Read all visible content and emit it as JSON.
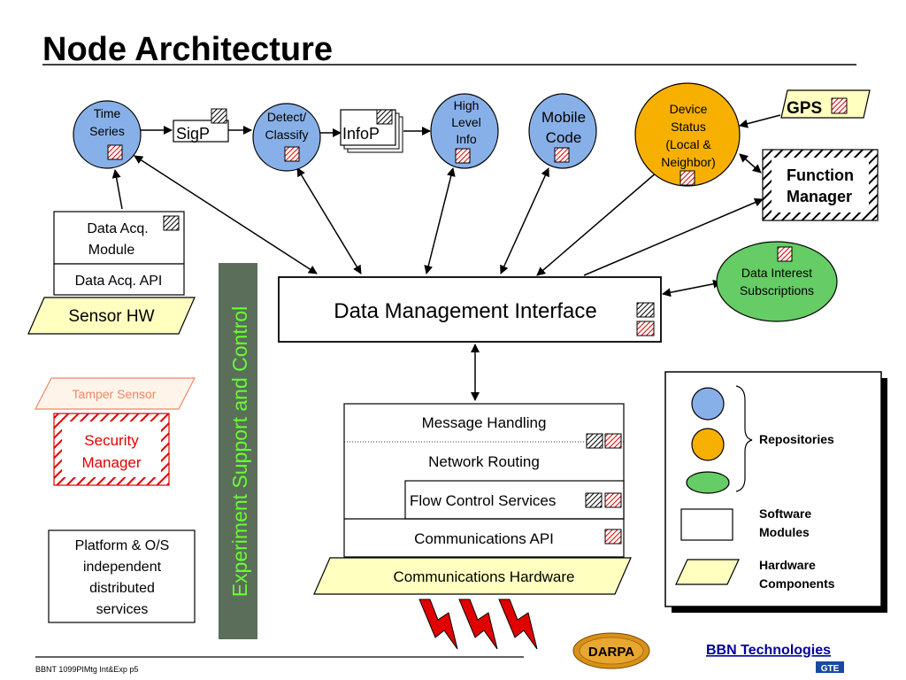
{
  "title": "Node Architecture",
  "colors": {
    "repository_blue": "#88b0e8",
    "repository_orange": "#f8b000",
    "repository_green": "#66cc66",
    "hardware_yellow": "#ffffc0",
    "experiment_bar": "#5a6e5a",
    "experiment_text": "#66ff33",
    "security_red": "#e00000",
    "tamper_orange": "#ee8866",
    "hatch_red": "#e00000",
    "bbn_blue": "#000099"
  },
  "nodes": {
    "time_series": {
      "lines": [
        "Time",
        "Series"
      ]
    },
    "sigp": {
      "label": "SigP"
    },
    "detect_classify": {
      "lines": [
        "Detect/",
        "Classify"
      ]
    },
    "infop": {
      "label": "InfoP"
    },
    "high_level_info": {
      "lines": [
        "High",
        "Level",
        "Info"
      ]
    },
    "mobile_code": {
      "lines": [
        "Mobile",
        "Code"
      ]
    },
    "device_status": {
      "lines": [
        "Device",
        "Status",
        "(Local &",
        "Neighbor)"
      ]
    },
    "gps": {
      "label": "GPS"
    },
    "function_manager": {
      "lines": [
        "Function",
        "Manager"
      ]
    },
    "data_interest": {
      "lines": [
        "Data Interest",
        "Subscriptions"
      ]
    },
    "data_acq_module": {
      "lines": [
        "Data Acq.",
        "Module"
      ]
    },
    "data_acq_api": {
      "label": "Data Acq. API"
    },
    "sensor_hw": {
      "label": "Sensor HW"
    },
    "dmi": {
      "label": "Data Management Interface"
    },
    "experiment": {
      "label": "Experiment Support and Control"
    },
    "tamper_sensor": {
      "label": "Tamper Sensor"
    },
    "security_manager": {
      "lines": [
        "Security",
        "Manager"
      ]
    },
    "platform": {
      "lines": [
        "Platform & O/S",
        "independent",
        "distributed",
        "services"
      ]
    },
    "comm_stack": {
      "message_handling": "Message Handling",
      "network_routing": "Network Routing",
      "flow_control": "Flow Control Services",
      "comm_api": "Communications API",
      "comm_hw": "Communications Hardware"
    }
  },
  "legend": {
    "repositories": "Repositories",
    "software_modules": [
      "Software",
      "Modules"
    ],
    "hardware_components": [
      "Hardware",
      "Components"
    ]
  },
  "footer": {
    "left": "BBNT 1099PIMtg  Int&Exp p5",
    "darpa": "DARPA",
    "bbn": "BBN Technologies",
    "gte": "GTE"
  }
}
